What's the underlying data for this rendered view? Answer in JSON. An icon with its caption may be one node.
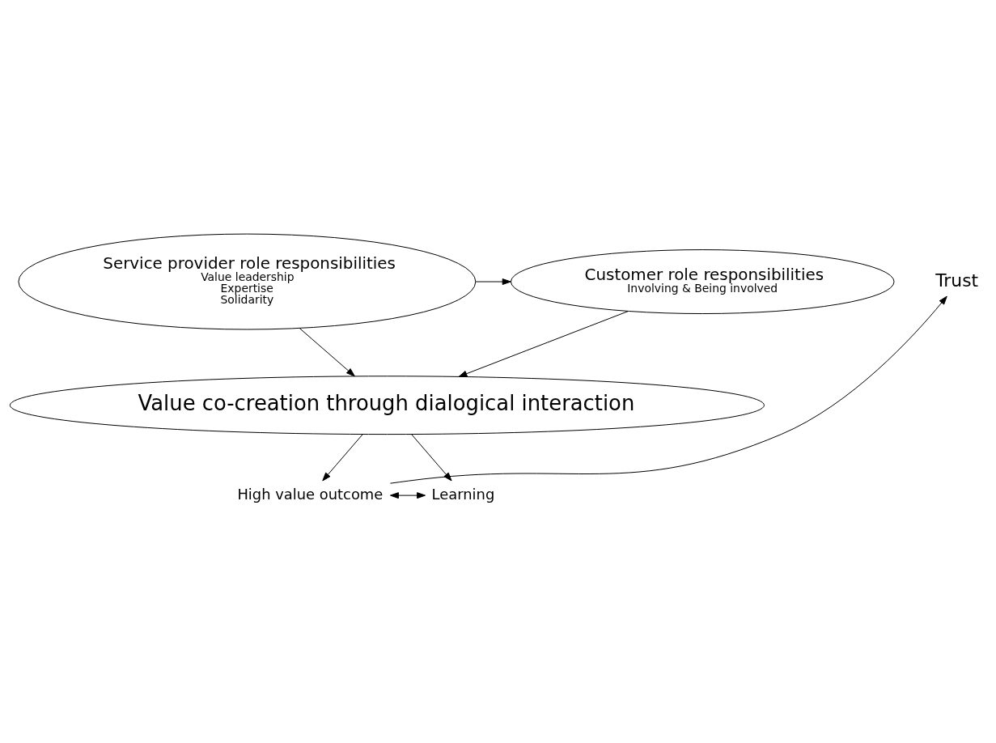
{
  "diagram": {
    "nodes": [
      {
        "text": [
          "Service provider role responsibilities",
          "Value leadership",
          "Expertise",
          "Solidarity"
        ]
      },
      {
        "text": [
          "Trust"
        ]
      },
      {
        "text": [
          "Customer role responsibilities",
          "Involving & Being involved"
        ]
      },
      {
        "text": [
          "Value co-creation through dialogical interaction"
        ]
      },
      {
        "text": [
          "High value outcome"
        ]
      },
      {
        "text": [
          "Learning"
        ]
      }
    ],
    "edges": [
      {
        "from": 0,
        "to": 2,
        "arrow": "to"
      },
      {
        "from": 0,
        "to": 3,
        "arrow": "to"
      },
      {
        "from": 2,
        "to": 3,
        "arrow": "to"
      },
      {
        "from": 3,
        "to": 4,
        "arrow": "to"
      },
      {
        "from": 3,
        "to": 5,
        "arrow": "to"
      },
      {
        "from": 4,
        "to": 5,
        "arrow": "both"
      },
      {
        "from": 4,
        "to": 1,
        "arrow": "to"
      }
    ]
  }
}
